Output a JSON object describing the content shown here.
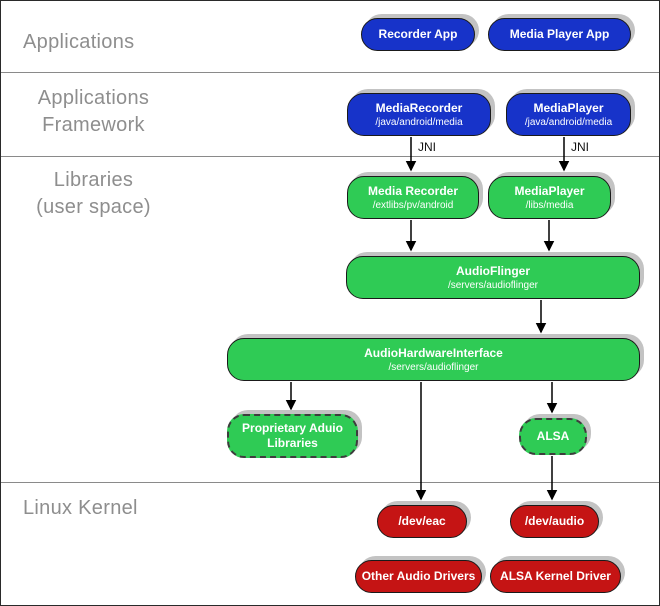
{
  "layers": {
    "applications": "Applications",
    "framework": {
      "line1": "Applications",
      "line2": "Framework"
    },
    "libraries": {
      "line1": "Libraries",
      "line2": "(user space)"
    },
    "kernel": "Linux Kernel"
  },
  "edges": {
    "jni_left": "JNI",
    "jni_right": "JNI"
  },
  "nodes": {
    "recorder_app": {
      "title": "Recorder App"
    },
    "media_player_app": {
      "title": "Media Player App"
    },
    "media_recorder_framework": {
      "title": "MediaRecorder",
      "subtitle": "/java/android/media"
    },
    "media_player_framework": {
      "title": "MediaPlayer",
      "subtitle": "/java/android/media"
    },
    "media_recorder_lib": {
      "title": "Media Recorder",
      "subtitle": "/extlibs/pv/android"
    },
    "media_player_lib": {
      "title": "MediaPlayer",
      "subtitle": "/libs/media"
    },
    "audio_flinger": {
      "title": "AudioFlinger",
      "subtitle": "/servers/audioflinger"
    },
    "audio_hardware_interface": {
      "title": "AudioHardwareInterface",
      "subtitle": "/servers/audioflinger"
    },
    "proprietary_audio_libraries": {
      "line1": "Proprietary Aduio",
      "line2": "Libraries"
    },
    "alsa": {
      "title": "ALSA"
    },
    "dev_eac": {
      "title": "/dev/eac"
    },
    "dev_audio": {
      "title": "/dev/audio"
    },
    "other_audio_drivers": {
      "title": "Other Audio Drivers"
    },
    "alsa_kernel_driver": {
      "title": "ALSA Kernel Driver"
    }
  },
  "colors": {
    "framework_blue": "#1733c9",
    "library_green": "#2fcb55",
    "kernel_red": "#c51414",
    "shadow_gray": "#c3c3c3",
    "label_gray": "#8e8e8e"
  }
}
